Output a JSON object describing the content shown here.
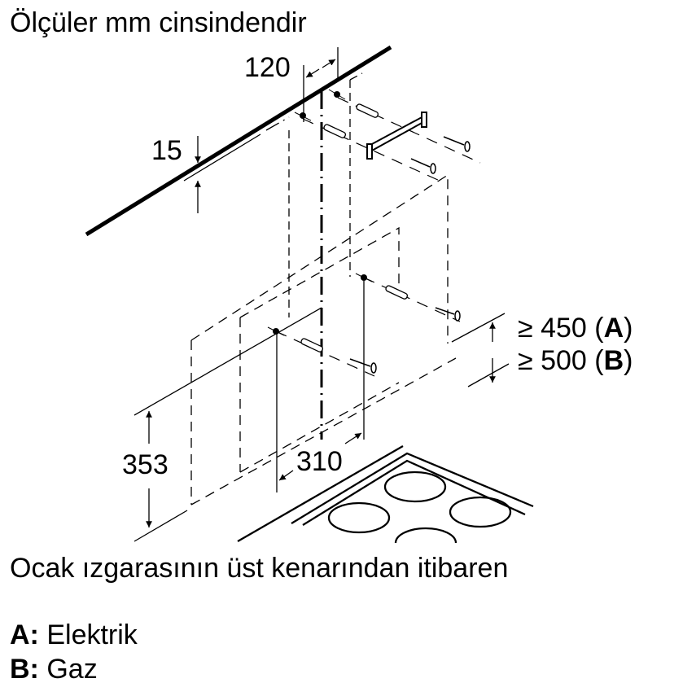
{
  "title": "Ölçüler mm cinsindendir",
  "dimensions": {
    "bracket_spacing": "120",
    "offset_below_ceiling": "15",
    "height_from_hob": "353",
    "hole_spacing": "310",
    "min_height_A_value": "≥ 450 (",
    "min_height_A_letter": "A",
    "min_height_A_close": ")",
    "min_height_B_value": "≥ 500 (",
    "min_height_B_letter": "B",
    "min_height_B_close": ")"
  },
  "caption": "Ocak ızgarasının üst kenarından itibaren",
  "legend": [
    {
      "key": "A:",
      "label": "Elektrik"
    },
    {
      "key": "B:",
      "label": "Gaz"
    }
  ],
  "icons": [
    "wall-plug-icon",
    "screw-icon",
    "mounting-bracket-icon",
    "hob-icon",
    "dimension-arrow-icon"
  ]
}
